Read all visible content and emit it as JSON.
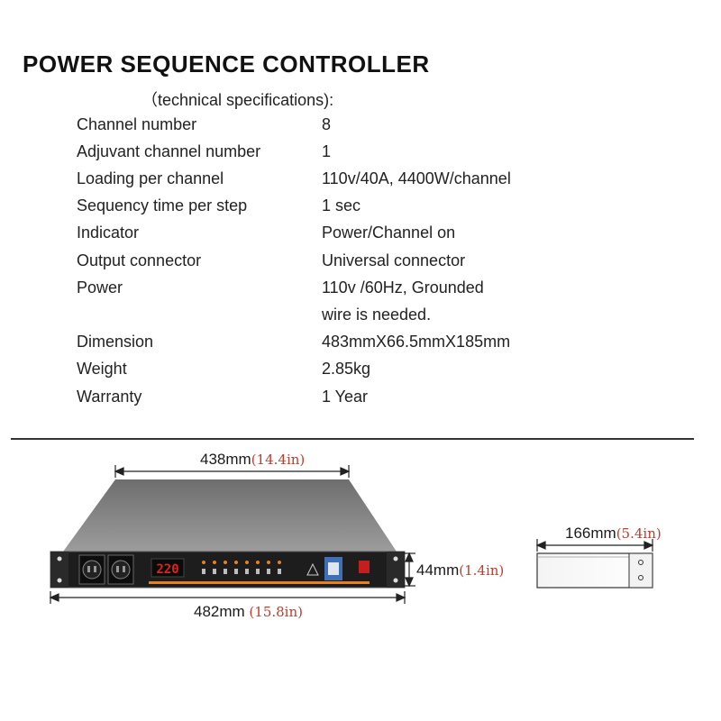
{
  "title": "POWER SEQUENCE CONTROLLER",
  "subtitle": "（technical specifications):",
  "specs": [
    {
      "label": "Channel number",
      "value": "8"
    },
    {
      "label": "Adjuvant channel number",
      "value": "1"
    },
    {
      "label": "Loading per channel",
      "value": "110v/40A, 4400W/channel"
    },
    {
      "label": "Sequency time per step",
      "value": "1 sec"
    },
    {
      "label": "Indicator",
      "value": "Power/Channel on"
    },
    {
      "label": "Output connector",
      "value": "Universal connector"
    },
    {
      "label": "Power",
      "value": "110v /60Hz, Grounded"
    },
    {
      "label": "",
      "value": "wire is needed."
    },
    {
      "label": "Dimension",
      "value": "483mmX66.5mmX185mm"
    },
    {
      "label": "Weight",
      "value": "2.85kg"
    },
    {
      "label": "Warranty",
      "value": "1 Year"
    }
  ],
  "dimensions": {
    "top_width_mm": "438mm",
    "top_width_in": "(14.4in)",
    "front_width_mm": "482mm",
    "front_width_in": "(15.8in)",
    "height_mm": "44mm",
    "height_in": "(1.4in)",
    "depth_mm": "166mm",
    "depth_in": "(5.4in)"
  },
  "panel": {
    "display_value": "220"
  },
  "colors": {
    "inch_text": "#c23b2a",
    "device_body": "#8a8a8a",
    "front_panel": "#1d1d1d",
    "led_display": "#d8261c",
    "accent_orange": "#e8801e"
  }
}
